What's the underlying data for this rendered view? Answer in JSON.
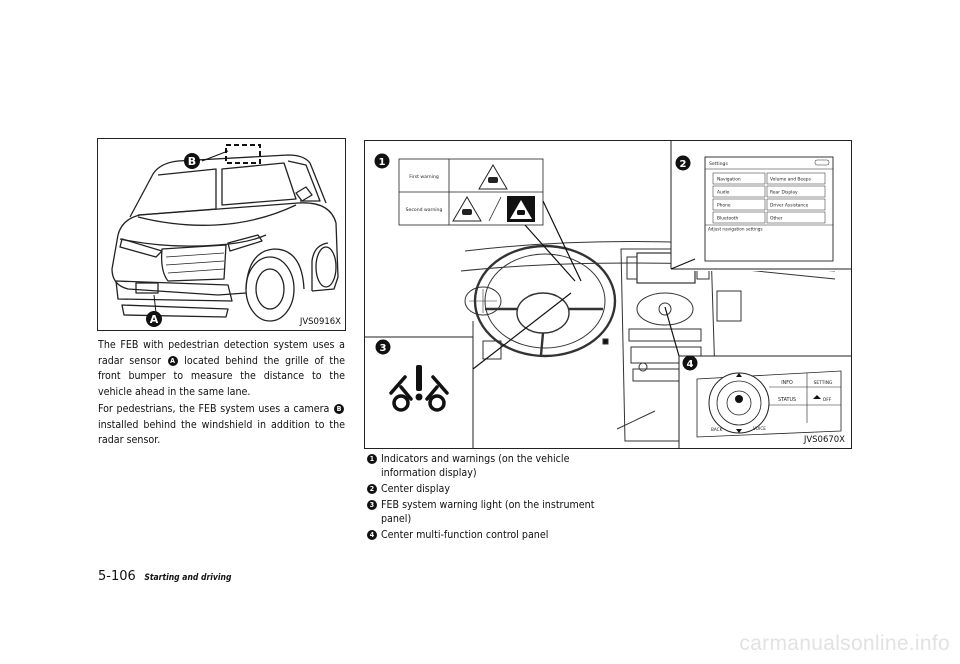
{
  "figure_left": {
    "code": "JVS0916X",
    "labels": {
      "a": "A",
      "b": "B"
    }
  },
  "figure_right": {
    "code": "JVS0670X",
    "callouts": [
      "1",
      "2",
      "3",
      "4"
    ],
    "warning_table": {
      "rows": [
        "First warning",
        "Second warning"
      ]
    },
    "settings_menu": {
      "title": "Settings",
      "items_left": [
        "Navigation",
        "Audio",
        "Phone",
        "Bluetooth"
      ],
      "items_right": [
        "Volume and Beeps",
        "Rear Display",
        "Driver Assistance",
        "Other"
      ],
      "footer": "Adjust navigation settings"
    },
    "control_panel": {
      "info": "INFO",
      "setting": "SETTING",
      "status": "STATUS",
      "off": "OFF",
      "voice": "VOICE",
      "back": "BACK"
    }
  },
  "paragraphs": [
    {
      "parts": [
        "The FEB with pedestrian detection system uses a radar sensor ",
        " located behind the grille of the front bumper to measure the distance to the vehicle ahead in the same lane."
      ],
      "marker": "A"
    },
    {
      "parts": [
        "For pedestrians, the FEB system uses a camera ",
        " installed behind the windshield in addition to the radar sensor."
      ],
      "marker": "B"
    }
  ],
  "callouts": [
    {
      "num": "1",
      "text": "Indicators and warnings (on the vehicle information display)"
    },
    {
      "num": "2",
      "text": "Center display"
    },
    {
      "num": "3",
      "text": "FEB system warning light (on the instrument panel)"
    },
    {
      "num": "4",
      "text": "Center multi-function control panel"
    }
  ],
  "footer": {
    "page_number": "5-106",
    "section": "Starting and driving"
  },
  "watermark": "carmanualsonline.info"
}
